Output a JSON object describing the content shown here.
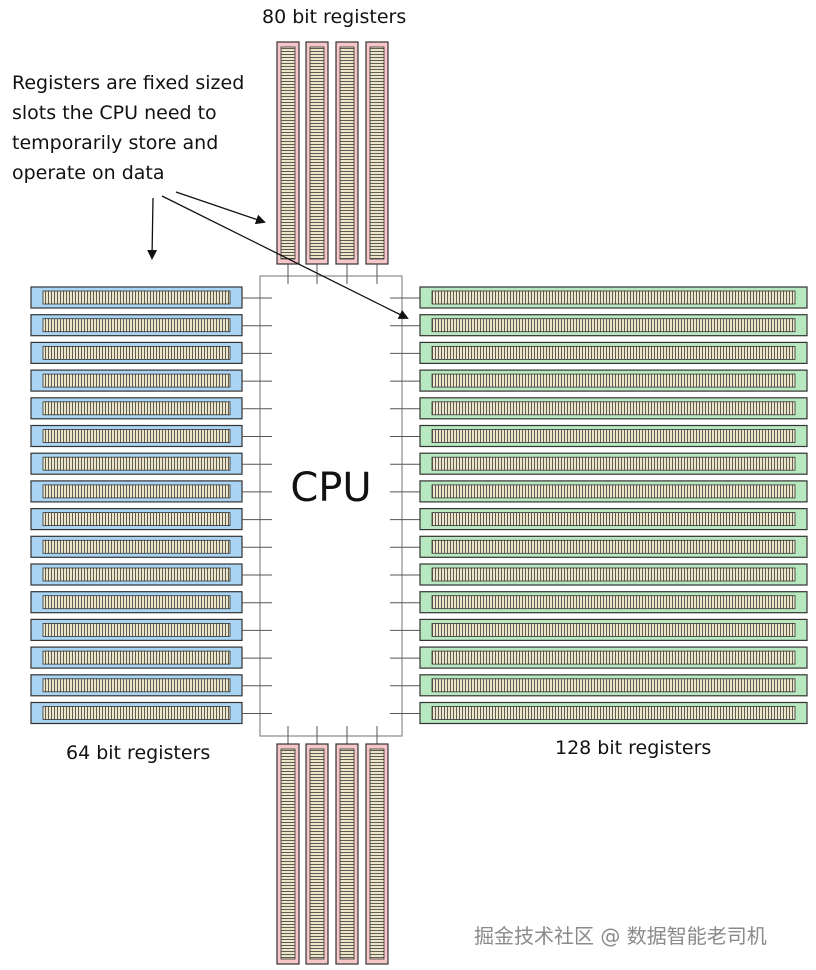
{
  "labels": {
    "top": "80 bit registers",
    "left": "64 bit registers",
    "right": "128 bit registers"
  },
  "annotation": {
    "lines": [
      "Registers are fixed sized",
      "slots the CPU need to",
      "temporarily store and",
      "operate on data"
    ]
  },
  "cpu": {
    "label": "CPU"
  },
  "watermark": "掘金技术社区 @ 数据智能老司机",
  "colors": {
    "reg80_fill": "#f6c6c8",
    "reg64_fill": "#a9d4f4",
    "reg128_fill": "#b8e8bf",
    "stripe_fill": "#ede5c8",
    "line": "#333333"
  },
  "groups": {
    "top_80bit_count": 4,
    "bottom_80bit_count": 4,
    "left_64bit_count": 16,
    "right_128bit_count": 16
  }
}
